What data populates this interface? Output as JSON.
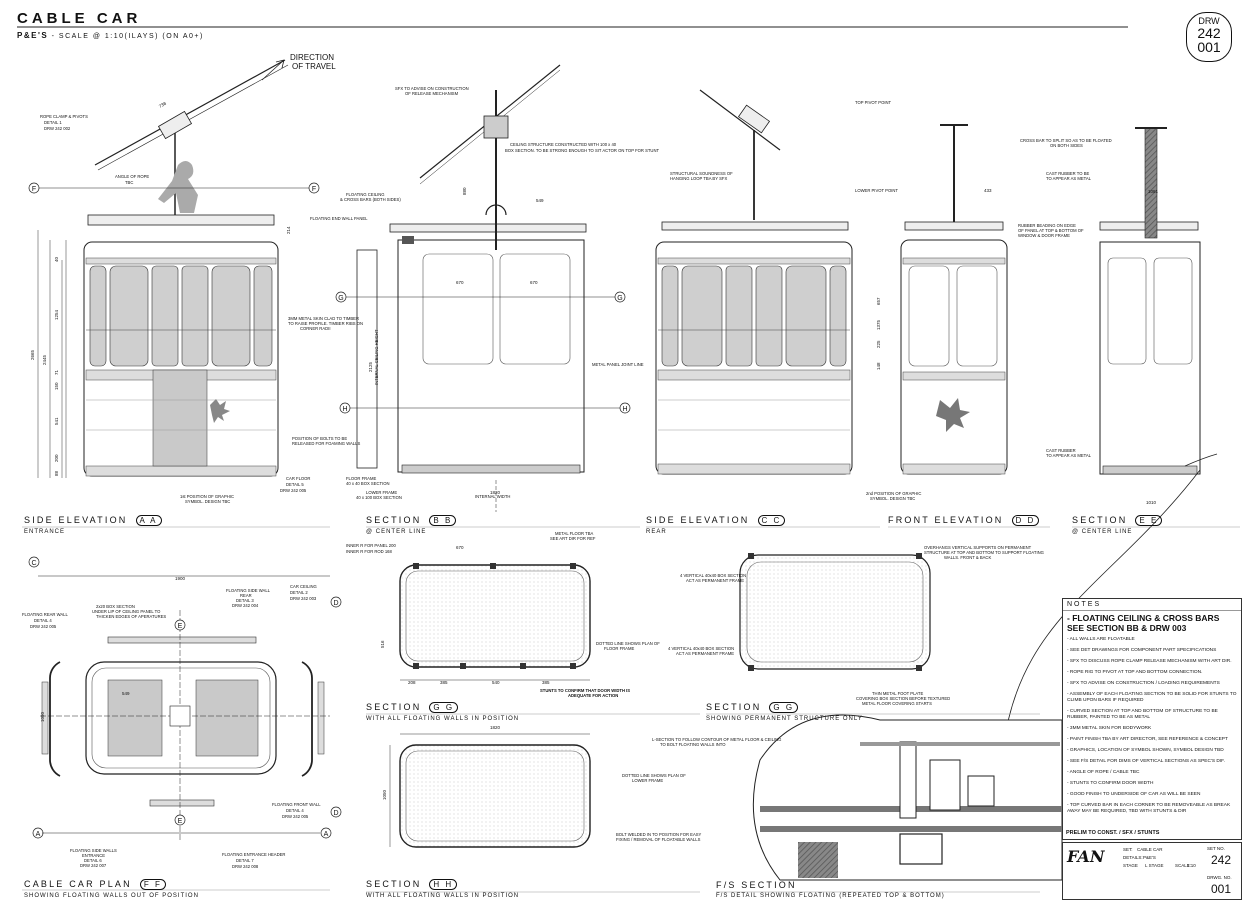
{
  "header": {
    "title": "CABLE CAR",
    "subtitle_bold": "P&E'S",
    "subtitle_rest": "- SCALE @ 1:10(ILAYS) (ON A0+)",
    "drw_label": "DRW",
    "drw_number_1": "242",
    "drw_number_2": "001"
  },
  "views": {
    "side_aa": {
      "title": "SIDE ELEVATION",
      "tag": "A A",
      "sub": "ENTRANCE"
    },
    "section_bb": {
      "title": "SECTION",
      "tag": "B B",
      "sub": "@ CENTER LINE"
    },
    "side_cc": {
      "title": "SIDE ELEVATION",
      "tag": "C C",
      "sub": "REAR"
    },
    "front_dd": {
      "title": "FRONT ELEVATION",
      "tag": "D D",
      "sub": ""
    },
    "section_ee": {
      "title": "SECTION",
      "tag": "E E",
      "sub": "@ CENTER LINE"
    },
    "plan_ff": {
      "title": "CABLE CAR PLAN",
      "tag": "F F",
      "sub": "SHOWING FLOATING WALLS OUT OF POSITION"
    },
    "section_gg1": {
      "title": "SECTION",
      "tag": "G G",
      "sub": "WITH ALL FLOATING WALLS IN POSITION"
    },
    "section_gg2": {
      "title": "SECTION",
      "tag": "G G",
      "sub": "SHOWING PERMANENT STRUCTURE ONLY"
    },
    "section_hh": {
      "title": "SECTION",
      "tag": "H H",
      "sub": "WITH ALL FLOATING WALLS IN POSITION"
    },
    "fs_section": {
      "title": "F/S SECTION",
      "tag": "",
      "sub": "F/S DETAIL SHOWING FLOATING (REPEATED TOP & BOTTOM)"
    }
  },
  "annotations": {
    "direction": "DIRECTION",
    "of_travel": "OF TRAVEL",
    "rope_clamp": "ROPE CLAMP & PIVOTS",
    "detail1": "DETAIL 1",
    "drw242002": "DRW 242 002",
    "angle_rope": "ANGLE OF ROPE",
    "tbc": "TBC",
    "sfx_advise": "SFX TO ADVISE ON CONSTRUCTION",
    "of_release": "OF RELEASE MECHANISM",
    "ceiling_struct": "CEILING STRUCTURE CONSTRUCTED WITH 100 x 40",
    "box_section": "BOX SECTION. TO BE STRONG ENOUGH TO SIT ACTOR ON TOP FOR STUNT",
    "floating_ceiling": "FLOATING CEILING",
    "cross_bars": "& CROSS BARS (BOTH SIDES)",
    "floating_end_wall": "FLOATING END WALL PANEL",
    "metal_skin1": "3MM METAL SKIN CLAD TO TIMBER",
    "metal_skin2": "TO RAISE PROFILE. TIMBER RIBS ON",
    "metal_skin3": "CORNER RADII",
    "metal_panel_joint": "METAL PANEL JOINT LINE",
    "bolts1": "POSITION OF BOLTS TO BE",
    "bolts2": "RELEASED FOR FOAMING WALLS",
    "floor_frame1": "FLOOR FRAME",
    "floor_frame2": "40 x 40 BOX SECTION",
    "lower_frame1": "LOWER FRAME",
    "lower_frame2": "40 x 100 BOX SECTION",
    "graphic1": "1st POSITION OF GRAPHIC",
    "graphic1b": "SYMBOL. DESIGN TBC",
    "car_floor": "CAR FLOOR",
    "detail5": "DETAIL 5",
    "drw242005": "DRW 242 005",
    "internal_ceiling": "INTERNAL CEILING HEIGHT",
    "internal_width": "INTERNAL WIDTH",
    "top_pivot": "TOP PIVOT POINT",
    "lower_pivot": "LOWER PIVOT POINT",
    "structural1": "STRUCTURAL SOUNDNESS OF",
    "structural2": "HANGING LOOP TBA BY SFX",
    "graphic2": "2nd POSITION OF GRAPHIC",
    "graphic2b": "SYMBOL. DESIGN TBC",
    "cross_bar_split1": "CROSS BAR TO SPLIT SO AS TO BE FLOATED",
    "cross_bar_split2": "ON BOTH SIDES",
    "cast_rubber1": "CAST RUBBER TO BE",
    "cast_rubber2": "TO APPEAR AS METAL",
    "rubber_beading1": "RUBBER BEADING ON EDGE",
    "rubber_beading2": "OF PANEL AT TOP & BOTTOM OF",
    "rubber_beading3": "WINDOW & DOOR FRAME",
    "cast_rubber3": "CAST RUBBER",
    "cast_rubber4": "TO APPEAR AS METAL",
    "inner_r_panel": "INNER R FOR PANEL  200",
    "inner_r_rod": "INNER R FOR ROD  168",
    "metal_floor1": "METAL FLOOR TBA",
    "metal_floor2": "SEE ART DIR FOR REF",
    "dotted_line1": "DOTTED LINE SHOWS PLAN OF",
    "dotted_line2": "FLOOR FRAME",
    "stunts_door1": "STUNTS TO CONFIRM THAT DOOR WIDTH IS",
    "stunts_door2": "ADEQUATE FOR ACTION",
    "overhangs1": "OVERHANGS VERTICAL SUPPORTS ON PERMANENT",
    "overhangs2": "STRUCTURE AT TOP AND BOTTOM TO SUPPORT FLOATING",
    "overhangs3": "WALLS. FRONT & BACK",
    "vert4a": "4 VERTICAL 40x40 BOX SECTION",
    "vert4b": "ACT AS PERMANENT FRAME",
    "thin_metal1": "THIN METAL FOOT PLATE",
    "thin_metal2": "COVERING BOX SECTION BEFORE TEXTURED",
    "thin_metal3": "METAL FLOOR COVERING STARTS",
    "lsection1": "L-SECTION TO FOLLOW CONTOUR OF METAL FLOOR & CEILING",
    "lsection2": "TO BOLT FLOATING WALLS INTO",
    "bolt_welded1": "BOLT WELDED IN TO POSITION FOR EASY",
    "bolt_welded2": "FIXING / REMOVAL OF FLOATABLE WALLS",
    "dotted_lower1": "DOTTED LINE SHOWS PLAN OF",
    "dotted_lower2": "LOWER FRAME",
    "box_3x20_1": "2x20 BOX SECTION",
    "box_3x20_2": "UNDER LIP OF CEILING PANEL TO",
    "box_3x20_3": "THICKEN EDGES OF APERATURES",
    "floating_side_rear1": "FLOATING SIDE WALL",
    "floating_side_rear2": "REAR",
    "detail3": "DETAIL 3",
    "drw242004": "DRW 242 004",
    "car_ceiling": "CAR CEILING",
    "detail2": "DETAIL 2",
    "drw242003": "DRW 242 003",
    "floating_rear1": "FLOATING REAR WALL",
    "detail4": "DETAIL 4",
    "drw242005b": "DRW 242 005",
    "floating_front1": "FLOATING FRONT WALL",
    "detail4b": "DETAIL 4",
    "drw242005c": "DRW 242 005",
    "floating_side_ent1": "FLOATING SIDE WALLS",
    "floating_side_ent2": "ENTRANCE",
    "detail6": "DETAIL 6",
    "drw242007": "DRW 242 007",
    "floating_entr_header": "FLOATING ENTRANCE HEADER",
    "detail7": "DETAIL 7",
    "drw242008": "DRW 242 008"
  },
  "dimensions": {
    "d738": "738",
    "d2665": "2665",
    "d2445": "2445",
    "d1254": "1254",
    "d541": "541",
    "d200": "200",
    "d150": "150",
    "d71": "71",
    "d88": "88",
    "d40": "40",
    "d214": "214",
    "d880": "880",
    "d549": "549",
    "d670a": "670",
    "d670b": "670",
    "d2125": "2125",
    "d1820": "1820",
    "d433": "433",
    "d1081": "1081",
    "d657": "657",
    "d1375": "1375",
    "d225": "225",
    "d148": "148",
    "d1010": "1010",
    "d1900": "1900",
    "d1050": "1050",
    "d670c": "670",
    "d516": "516",
    "d208": "208",
    "d385a": "385",
    "d540": "540",
    "d385b": "385",
    "d1820b": "1820",
    "d1050b": "1050",
    "d549b": "549"
  },
  "gridlines": {
    "f": "F",
    "g": "G",
    "h": "H",
    "c": "C",
    "d": "D",
    "e": "E",
    "a": "A"
  },
  "notes": {
    "heading": "NOTES",
    "title": "- FLOATING CEILING & CROSS BARS SEE SECTION BB & DRW 003",
    "items": [
      "- ALL WALLS ARE FLOATABLE",
      "- SEE DET DRAWINGS FOR COMPONENT PART SPECIFICATIONS",
      "- SFX TO DISCUSS ROPE CLAMP RELEASE MECHANISM WITH ART DIR.",
      "- ROPE RIG TO PIVOT AT TOP AND BOTTOM CONNECTION.",
      "- SFX TO ADVISE ON CONSTRUCTION / LOADING REQUIREMENTS",
      "- ASSEMBLY OF EACH FLOATING SECTION TO BE SOLID FOR STUNTS TO CLIMB UPON BARS IF REQUIRED",
      "- CURVED SECTION AT TOP AND BOTTOM OF STRUCTURE TO BE RUBBER, PAINTED TO BE AS METAL",
      "- 3MM METAL SKIN FOR BODYWORK",
      "- PAINT FINISH TBA BY ART DIRECTOR, SEE REFERENCE & CONCEPT",
      "- GRAPHICS, LOCATION OF SYMBOL SHOWN, SYMBOL DESIGN TBD",
      "- SEE F/S DETAIL FOR DIMS OF VERTICAL SECTIONS AS SPEC'S DIF.",
      "- ANGLE OF ROPE / CABLE TBC",
      "- STUNTS TO CONFIRM DOOR WIDTH",
      "- GOOD FINISH TO UNDERSIDE OF CAR AS WILL BE SEEN",
      "- TOP CURVED BAR IN EACH CORNER TO BE REMOVEABLE AS BREAK AWAY MAY BE REQUIRED, TBD WITH STUNTS & DIR"
    ],
    "prelim": "PRELIM TO CONST. / SFX / STUNTS"
  },
  "title_block": {
    "logo": "FAN",
    "set_label": "SET:",
    "set_value": "CABLE CAR",
    "details_label": "DETAILS:",
    "details_value": "P&E'S",
    "stage_label": "STAGE",
    "stage_value": "L STAGE",
    "scale_label": "SCALE:",
    "scale_value": "1:10",
    "set_no_label": "SET NO.",
    "set_no": "242",
    "drw_no_label": "DRWG. NO.",
    "drw_no": "001"
  }
}
